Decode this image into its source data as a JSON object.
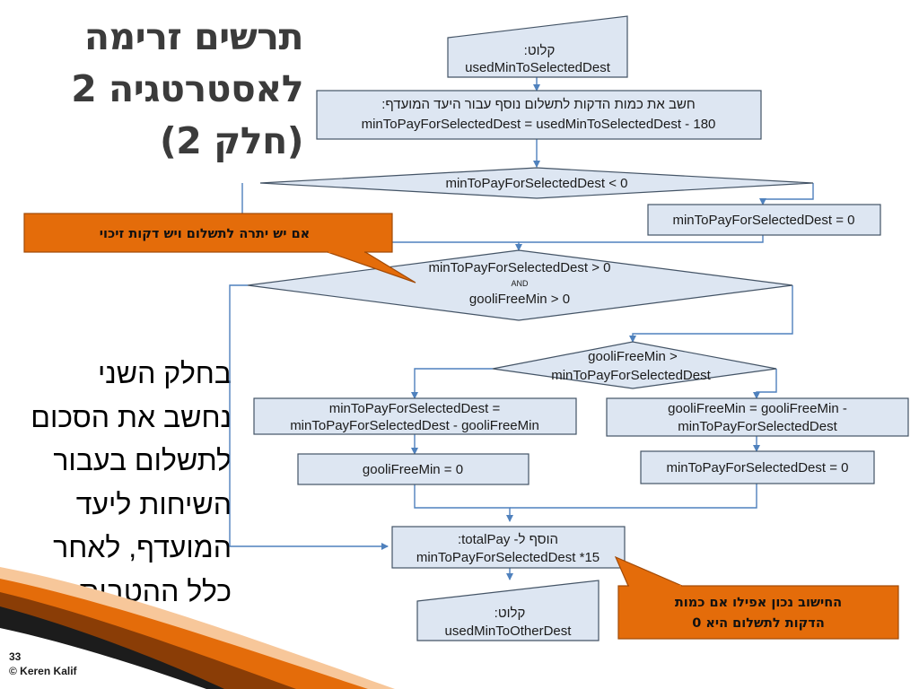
{
  "slide": {
    "title_lines": [
      "תרשים זרימה",
      "לאסטרטגיה 2",
      "(חלק 2)"
    ],
    "description_lines": [
      "בחלק השני",
      "נחשב את הסכום",
      "לתשלום בעבור",
      "השיחות ליעד",
      "המועדף, לאחר",
      "כלל ההטבות"
    ],
    "footer": {
      "page_number": "33",
      "copyright": "© Keren Kalif"
    }
  },
  "flowchart": {
    "input_used_min": {
      "line1": "קלוט:",
      "line2": "usedMinToSelectedDest"
    },
    "compute_min_to_pay": {
      "line1": "חשב את כמות הדקות לתשלום נוסף עבור היעד המועדף:",
      "line2": "minToPayForSelectedDest = usedMinToSelectedDest - 180"
    },
    "decision_negative": {
      "text": "minToPayForSelectedDest < 0"
    },
    "set_zero_top": {
      "text": "minToPayForSelectedDest = 0"
    },
    "decision_and": {
      "line1": "minToPayForSelectedDest > 0",
      "line2": "AND",
      "line3": "gooliFreeMin > 0"
    },
    "decision_compare": {
      "line1": "gooliFreeMin >",
      "line2": "minToPayForSelectedDest"
    },
    "left_subtract": {
      "line1": "minToPayForSelectedDest =",
      "line2": "minToPayForSelectedDest - gooliFreeMin"
    },
    "right_subtract": {
      "line1": "gooliFreeMin = gooliFreeMin -",
      "line2": "minToPayForSelectedDest"
    },
    "left_zero": {
      "text": "gooliFreeMin = 0"
    },
    "right_zero": {
      "text": "minToPayForSelectedDest = 0"
    },
    "add_total": {
      "line1": "הוסף ל- totalPay:",
      "line2": "minToPayForSelectedDest *15"
    },
    "input_other": {
      "line1": "קלוט:",
      "line2": "usedMinToOtherDest"
    }
  },
  "callouts": {
    "remaining_minutes": "אם יש יתרה לתשלום ויש דקות זיכוי",
    "zero_note_line1": "החישוב נכון אפילו אם כמות",
    "zero_note_line2": "הדקות לתשלום היא 0"
  },
  "colors": {
    "shape_fill": "#dde6f2",
    "shape_stroke": "#445466",
    "arrow": "#4f81bd",
    "callout_fill": "#e46c0a",
    "callout_stroke": "#a14a07",
    "title_text": "#3b3b3b"
  }
}
